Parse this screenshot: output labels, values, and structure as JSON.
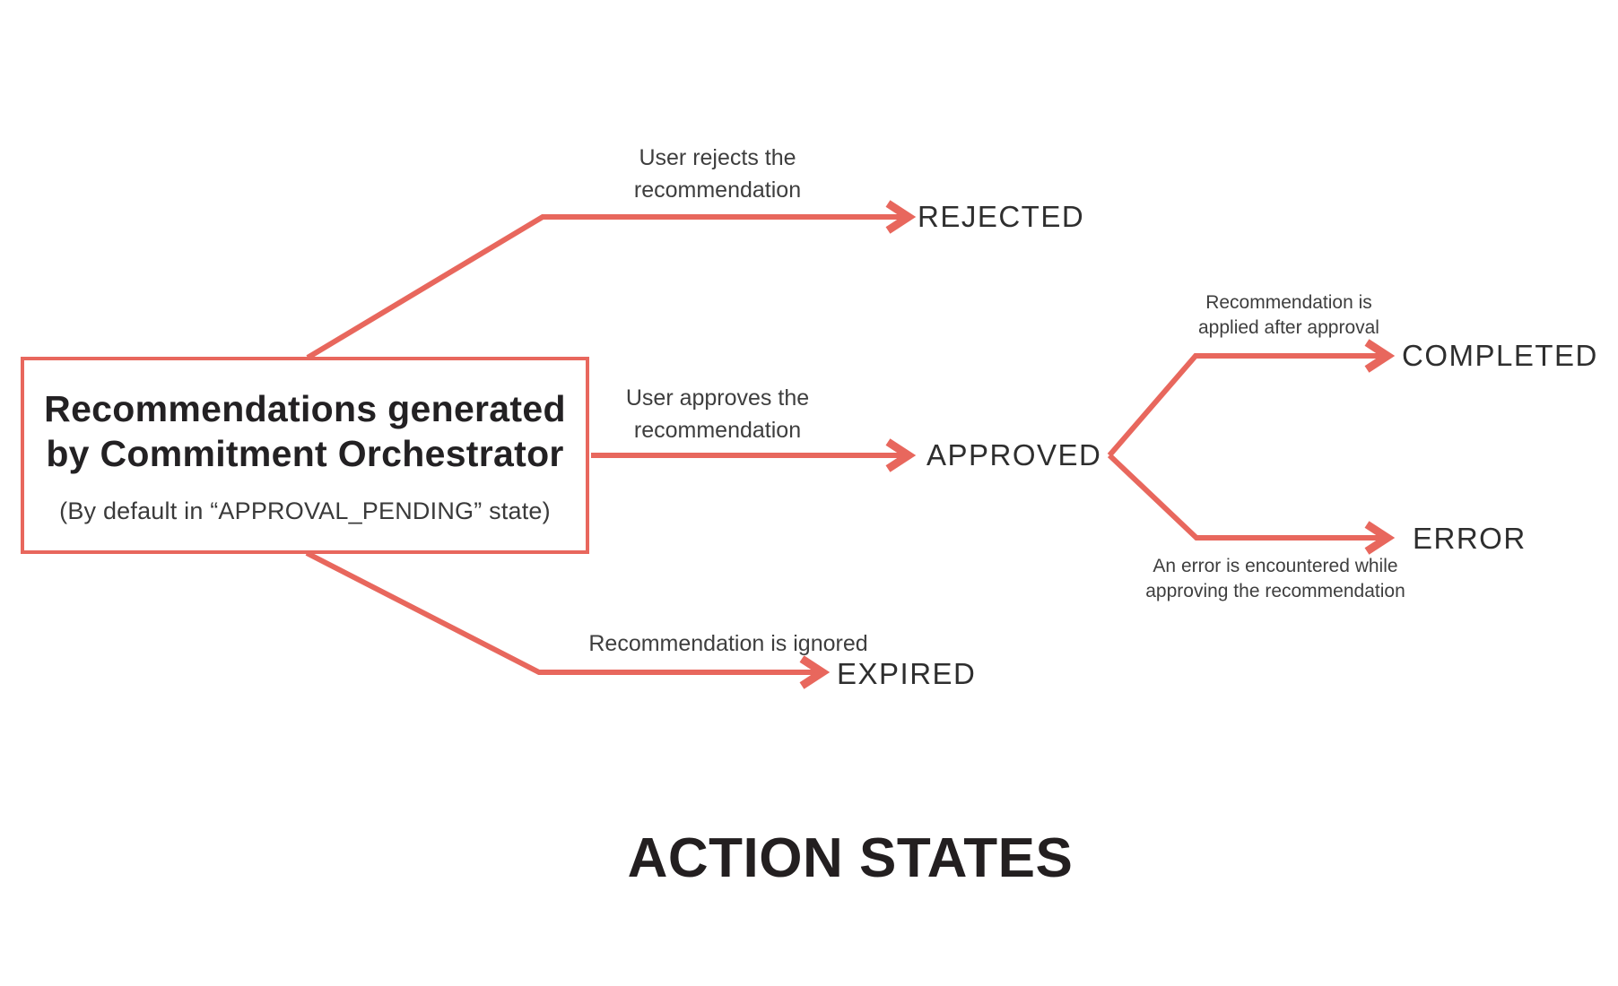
{
  "colors": {
    "accent": "#E8675D",
    "state_text": "#2e2e2e",
    "label_text": "#3e3e3e",
    "title_text": "#231F20"
  },
  "source_box": {
    "title_lines": [
      "Recommendations generated",
      "by Commitment Orchestrator"
    ],
    "subtitle": "(By default in “APPROVAL_PENDING” state)"
  },
  "transitions": [
    {
      "id": "rejected",
      "label": "User rejects the recommendation",
      "state": "REJECTED"
    },
    {
      "id": "approved",
      "label": "User approves the recommendation",
      "state": "APPROVED"
    },
    {
      "id": "completed",
      "label": "Recommendation is applied after approval",
      "state": "COMPLETED"
    },
    {
      "id": "error",
      "label": "An error is encountered while approving the recommendation",
      "state": "ERROR"
    },
    {
      "id": "expired",
      "label": "Recommendation is ignored",
      "state": "EXPIRED"
    }
  ],
  "footer_title": "ACTION STATES"
}
